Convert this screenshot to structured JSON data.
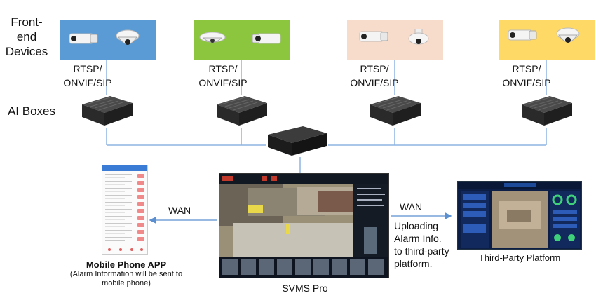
{
  "labels": {
    "front_end": "Front-\nend\nDevices",
    "ai_boxes": "AI Boxes"
  },
  "protocols": [
    "RTSP/\nONVIF/SIP",
    "RTSP/\nONVIF/SIP",
    "RTSP/\nONVIF/SIP",
    "RTSP/\nONVIF/SIP"
  ],
  "panel_colors": [
    "#5a9bd5",
    "#8cc63f",
    "#f8dccb",
    "#ffd966"
  ],
  "line_color": "#8db3e2",
  "arrow_color": "#5b8fd0",
  "wan_left": "WAN",
  "wan_right": "WAN",
  "uploading_text": "Uploading\nAlarm Info.\nto third-party\nplatform.",
  "svms_label": "SVMS Pro",
  "third_party_label": "Third-Party Platform",
  "mobile_title": "Mobile Phone APP",
  "mobile_note": "(Alarm Information will be sent to\nmobile phone)",
  "icons": [
    "bullet-camera-icon",
    "dome-camera-icon",
    "ai-box-icon",
    "nvr-server-icon",
    "arrow-left-icon",
    "arrow-right-icon"
  ]
}
